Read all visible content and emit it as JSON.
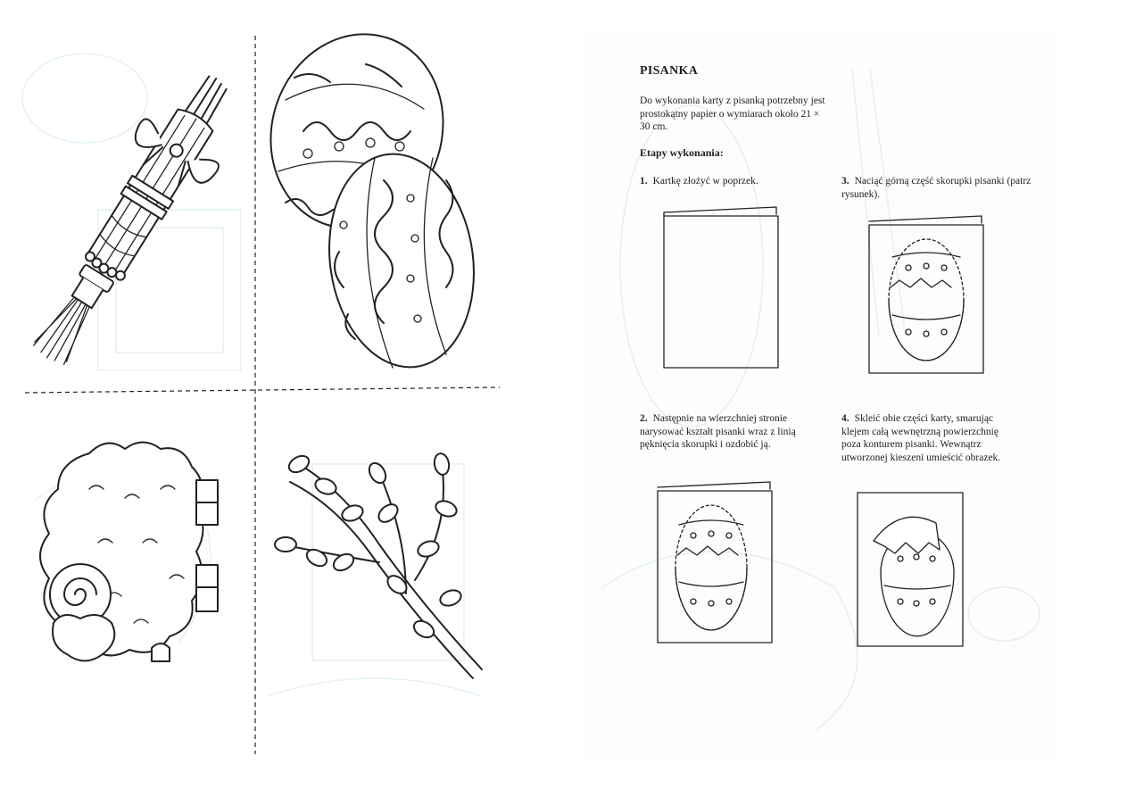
{
  "right_page": {
    "title": "PISANKA",
    "intro": "Do wykonania karty z pisanką potrzebny jest prostokątny papier o wymiarach około 21 × 30 cm.",
    "steps_heading": "Etapy wykonania:",
    "steps": [
      {
        "number": "1.",
        "text": "Kartkę złożyć w poprzek."
      },
      {
        "number": "2.",
        "text": "Następnie na wierzchniej stronie narysować kształt pisanki wraz z linią pęknięcia skorupki i ozdobić ją."
      },
      {
        "number": "3.",
        "text": "Naciąć górną część skorupki pisanki (patrz rysunek)."
      },
      {
        "number": "4.",
        "text": "Skleić obie części karty, smarując klejem całą wewnętrzną powierzchnię poza konturem pisanki. Wewnątrz utworzonej kieszeni umieścić obrazek."
      }
    ]
  },
  "left_page": {
    "illustrations": [
      "easter-palm-icon",
      "easter-eggs-icon",
      "lamb-icon",
      "willow-branch-icon"
    ]
  }
}
